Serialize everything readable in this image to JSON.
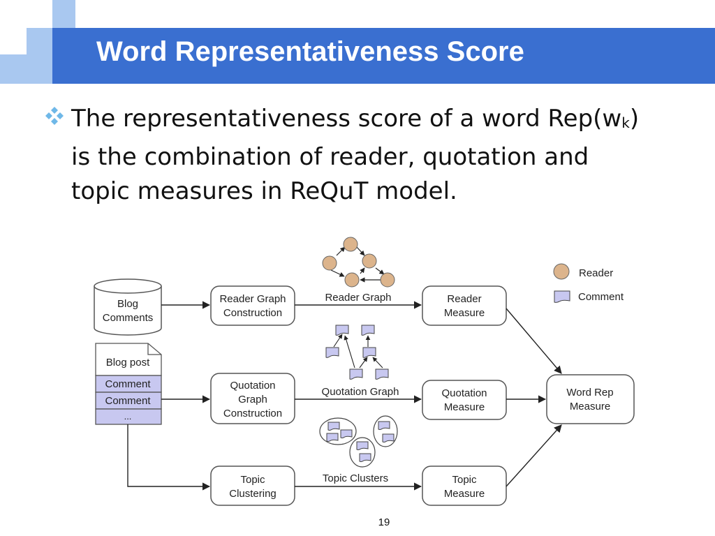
{
  "slide": {
    "title": "Word Representativeness Score",
    "bullet_pre": "The representativeness score of a word Rep(w",
    "bullet_sub": "k",
    "bullet_post": ") is the combination of reader, quotation and topic measures in ReQuT model.",
    "page_number": "19",
    "accent_color": "#3a6fd0"
  },
  "diagram": {
    "source_db_line1": "Blog",
    "source_db_line2": "Comments",
    "blog_post": "Blog post",
    "comment_1": "Comment",
    "comment_2": "Comment",
    "ellipsis": "...",
    "reader_graph_construction_1": "Reader Graph",
    "reader_graph_construction_2": "Construction",
    "quotation_graph_construction_1": "Quotation",
    "quotation_graph_construction_2": "Graph",
    "quotation_graph_construction_3": "Construction",
    "topic_clustering_1": "Topic",
    "topic_clustering_2": "Clustering",
    "reader_graph_label": "Reader Graph",
    "quotation_graph_label": "Quotation Graph",
    "topic_clusters_label": "Topic Clusters",
    "reader_measure_1": "Reader",
    "reader_measure_2": "Measure",
    "quotation_measure_1": "Quotation",
    "quotation_measure_2": "Measure",
    "topic_measure_1": "Topic",
    "topic_measure_2": "Measure",
    "word_rep_1": "Word Rep",
    "word_rep_2": "Measure",
    "legend_reader": "Reader",
    "legend_comment": "Comment",
    "reader_color": "#dcb48c",
    "comment_color": "#c8c8f0"
  }
}
